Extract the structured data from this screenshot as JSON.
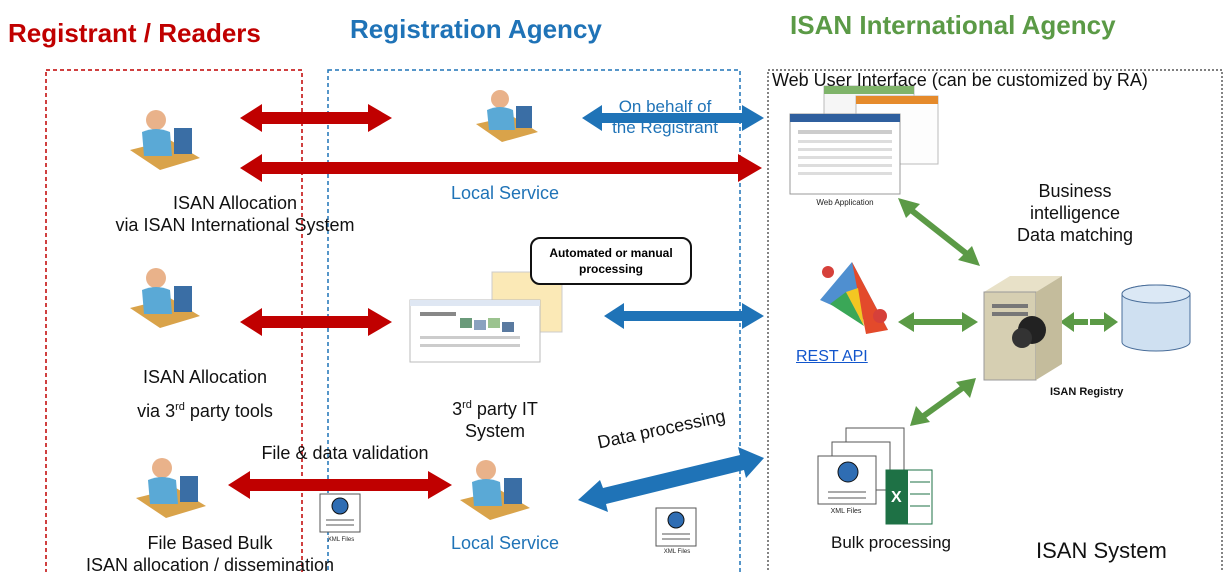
{
  "headers": {
    "registrant": "Registrant / Readers",
    "agency": "Registration Agency",
    "international": "ISAN International Agency"
  },
  "web_ui_label": "Web User Interface (can be customized by RA)",
  "rows": {
    "row1": {
      "left_label_1": "ISAN Allocation",
      "left_label_2": "via ISAN International System",
      "middle_label": "Local Service",
      "on_behalf_1": "On behalf of",
      "on_behalf_2": "the Registrant"
    },
    "row2": {
      "left_label_1": "ISAN Allocation",
      "left_label_2": "via 3",
      "left_sup": "rd",
      "left_label_3": " party tools",
      "middle_label_1": "3",
      "middle_sup": "rd",
      "middle_label_2": " party IT",
      "middle_label_3": "System",
      "bubble": "Automated or manual processing"
    },
    "row3": {
      "file_validation": "File & data validation",
      "left_label_1": "File Based Bulk",
      "left_label_2": "ISAN allocation / dissemination",
      "middle_label": "Local Service",
      "data_processing": "Data processing",
      "xml_small": "XML Files"
    }
  },
  "isan": {
    "web_application": "Web Application",
    "business_1": "Business",
    "business_2": "intelligence",
    "business_3": "Data matching",
    "rest_api": "REST API",
    "registry": "ISAN Registry",
    "xml_files": "XML Files",
    "bulk_processing": "Bulk processing",
    "system": "ISAN System"
  },
  "colors": {
    "red": "#c00000",
    "blue": "#1f73b7",
    "green": "#5b9a46"
  }
}
